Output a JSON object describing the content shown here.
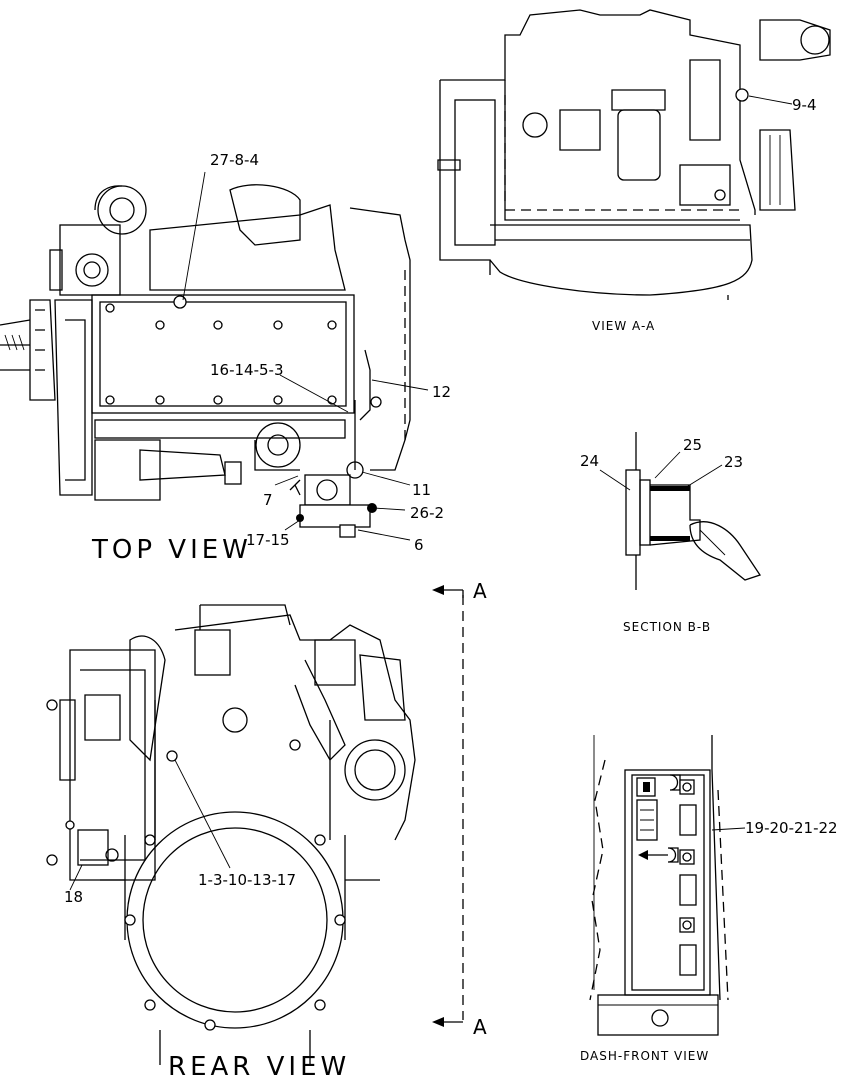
{
  "views": {
    "top": "TOP VIEW",
    "rear": "REAR VIEW",
    "view_aa": "VIEW A-A",
    "section_bb": "SECTION B-B",
    "dash_front": "DASH-FRONT VIEW"
  },
  "section_markers": {
    "a_top": "A",
    "a_bottom": "A"
  },
  "callouts": {
    "c_27_8_4": "27-8-4",
    "c_9_4": "9-4",
    "c_16_14_5_3": "16-14-5-3",
    "c_12": "12",
    "c_11": "11",
    "c_7": "7",
    "c_26_2": "26-2",
    "c_17_15": "17-15",
    "c_6": "6",
    "c_24": "24",
    "c_25": "25",
    "c_23": "23",
    "c_1_3_10_13_17": "1-3-10-13-17",
    "c_18": "18",
    "c_19_20_21_22": "19-20-21-22"
  }
}
